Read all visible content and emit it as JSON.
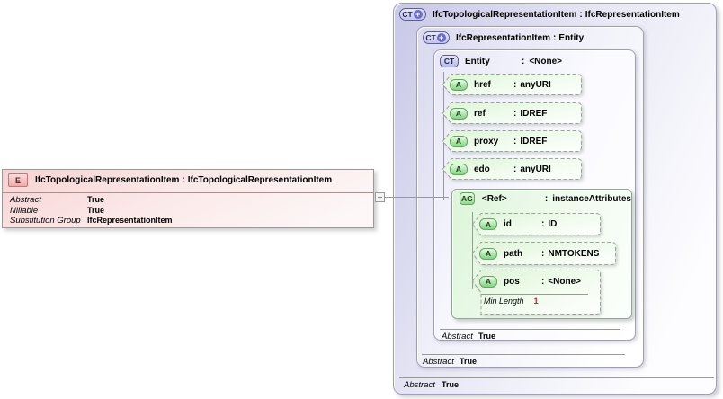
{
  "element_declaration": {
    "icon": "E",
    "name": "IfcTopologicalRepresentationItem",
    "separator": ":",
    "type": "IfcTopologicalRepresentationItem",
    "properties": [
      {
        "label": "Abstract",
        "value": "True"
      },
      {
        "label": "Nillable",
        "value": "True"
      },
      {
        "label": "Substitution Group",
        "value": "IfcRepresentationItem"
      }
    ]
  },
  "complex_types": {
    "outer": {
      "icon": "CT",
      "plus": "+",
      "name": "IfcTopologicalRepresentationItem",
      "separator": ":",
      "type": "IfcRepresentationItem",
      "footer": {
        "label": "Abstract",
        "value": "True"
      }
    },
    "middle": {
      "icon": "CT",
      "plus": "+",
      "name": "IfcRepresentationItem",
      "separator": ":",
      "type": "Entity",
      "footer": {
        "label": "Abstract",
        "value": "True"
      }
    },
    "entity": {
      "icon": "CT",
      "name": "Entity",
      "separator": ":",
      "type": "<None>",
      "footer": {
        "label": "Abstract",
        "value": "True"
      },
      "attributes": [
        {
          "icon": "A",
          "name": "href",
          "separator": ":",
          "type": "anyURI"
        },
        {
          "icon": "A",
          "name": "ref",
          "separator": ":",
          "type": "IDREF"
        },
        {
          "icon": "A",
          "name": "proxy",
          "separator": ":",
          "type": "IDREF"
        },
        {
          "icon": "A",
          "name": "edo",
          "separator": ":",
          "type": "anyURI"
        }
      ],
      "attribute_group": {
        "icon": "AG",
        "name": "<Ref>",
        "separator": ":",
        "type": "instanceAttributes",
        "attributes": [
          {
            "icon": "A",
            "name": "id",
            "separator": ":",
            "type": "ID"
          },
          {
            "icon": "A",
            "name": "path",
            "separator": ":",
            "type": "NMTOKENS"
          },
          {
            "icon": "A",
            "name": "pos",
            "separator": ":",
            "type": "<None>",
            "facet": {
              "label": "Min Length",
              "value": "1"
            }
          }
        ]
      }
    }
  }
}
